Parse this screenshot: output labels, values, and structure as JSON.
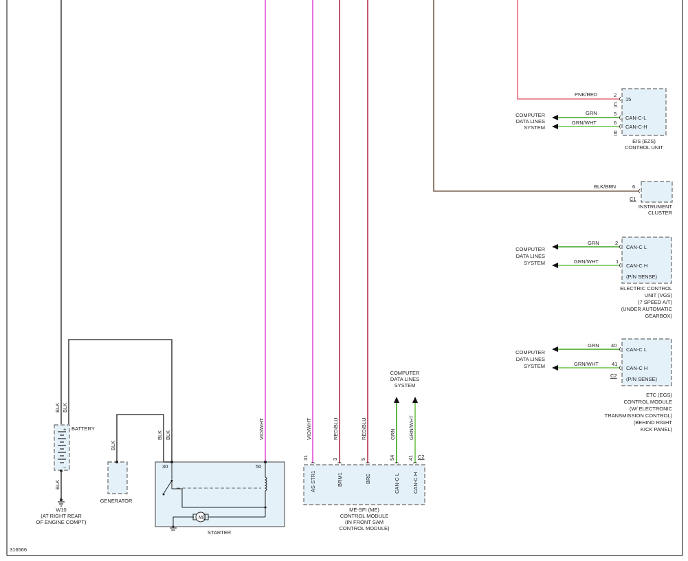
{
  "diagram_id": "316566",
  "colors": {
    "black_wire": "#444444",
    "violet_white": "#e04fd6",
    "red_blue": "#b0304a",
    "pink_red": "#e86a7a",
    "green": "#3aa31e",
    "green_white": "#6cc24a",
    "brown": "#7a6050",
    "component_fill": "#e4f1f9"
  },
  "wires": {
    "blk": "BLK",
    "vio_wht": "VIO/WHT",
    "red_blu": "RED/BLU",
    "grn": "GRN",
    "grn_wht": "GRN/WHT",
    "pnk_red": "PNK/RED",
    "blk_brn": "BLK/BRN"
  },
  "computer_data_lines": [
    "COMPUTER",
    "DATA LINES",
    "SYSTEM"
  ],
  "eis": {
    "pins": {
      "p2": "2",
      "c": "C",
      "p5": "5",
      "p6": "6",
      "b": "B"
    },
    "terminals": [
      "15",
      "CAN-C-L",
      "CAN-C-H"
    ],
    "name": [
      "EIS (EZS)",
      "CONTROL UNIT"
    ]
  },
  "instrument_cluster": {
    "pin": "6",
    "connector": "C1",
    "name": [
      "INSTRUMENT",
      "CLUSTER"
    ]
  },
  "vgs": {
    "pins": {
      "p2": "2",
      "p1": "1"
    },
    "terminals": [
      "CAN-C L",
      "CAN-C H",
      "(P/N SENSE)"
    ],
    "name": [
      "ELECTRIC CONTROL",
      "UNIT (VGS)",
      "(7 SPEED A/T)",
      "(UNDER AUTOMATIC",
      "GEARBOX)"
    ]
  },
  "egs": {
    "pins": {
      "p40": "40",
      "p41": "41",
      "c2": "C2"
    },
    "terminals": [
      "CAN-C L",
      "CAN-C H",
      "(P/N SENSE)"
    ],
    "name": [
      "ETC (EGS)",
      "CONTROL MODULE",
      "(W/ ELECTRONIC",
      "TRANSMISSION CONTROL)",
      "(BEHIND RIGHT",
      "KICK PANEL)"
    ]
  },
  "battery": {
    "label": "BATTERY",
    "plus": "+",
    "minus": "−"
  },
  "ground": {
    "name": [
      "W10",
      "(AT RIGHT REAR",
      "OF ENGINE COMPT)"
    ]
  },
  "generator": {
    "label": "GENERATOR"
  },
  "starter": {
    "pin30": "30",
    "pin50": "50",
    "motor": "M",
    "label": "STARTER"
  },
  "me": {
    "pins": [
      "31",
      "3",
      "5",
      "54",
      "41"
    ],
    "connector": "C2",
    "terminals": [
      "AS STR1",
      "BRM1",
      "BRE",
      "CAN-C L",
      "CAN-C H"
    ],
    "name": [
      "ME-SFI (ME)",
      "CONTROL MODULE",
      "(IN FRONT SAM",
      "CONTROL MODULE)"
    ]
  }
}
